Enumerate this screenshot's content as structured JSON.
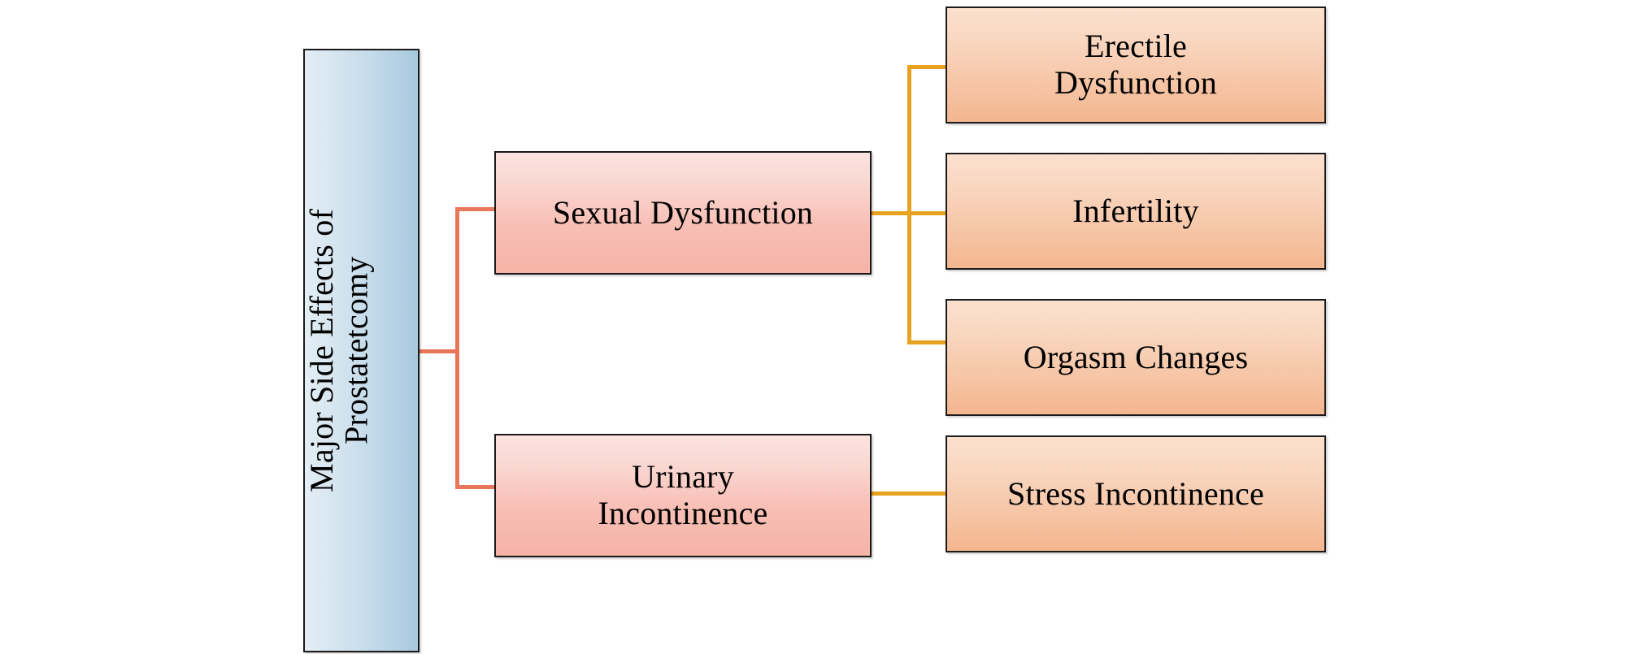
{
  "diagram": {
    "title_text": "Major Side Effects of Prostatetcomy",
    "root": {
      "label": "Major Side Effects of\nProstatetcomy",
      "color": "#a8c9de"
    },
    "branches": [
      {
        "label": "Sexual Dysfunction",
        "color": "#f5b3a6",
        "children": [
          {
            "label": "Erectile\nDysfunction",
            "color": "#f3b68f"
          },
          {
            "label": "Infertility",
            "color": "#f3b68f"
          },
          {
            "label": "Orgasm Changes",
            "color": "#f3b68f"
          }
        ]
      },
      {
        "label": "Urinary\nIncontinence",
        "color": "#f5b3a6",
        "children": [
          {
            "label": "Stress Incontinence",
            "color": "#f3b68f"
          }
        ]
      }
    ],
    "connector_colors": {
      "root_to_level1": "#e8775a",
      "level1_to_level2": "#e8a220"
    },
    "background": "#ffffff"
  }
}
